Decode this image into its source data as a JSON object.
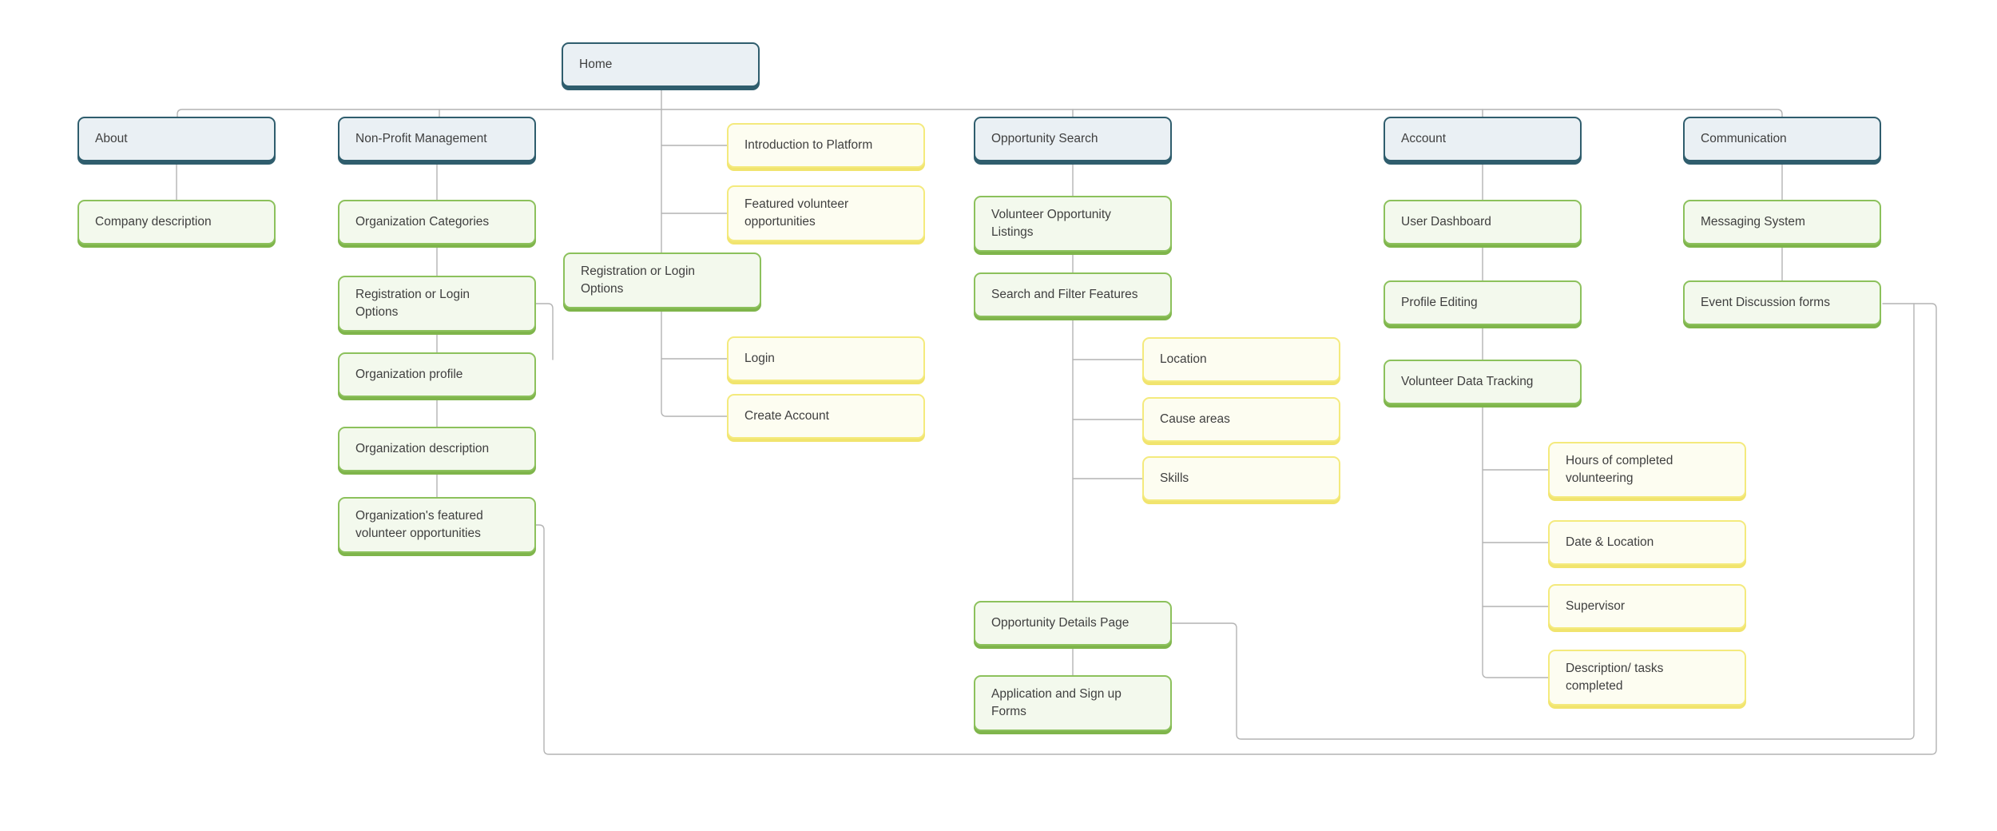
{
  "palette": {
    "level1_fill": "#eaf0f4",
    "level1_border": "#2f5d6d",
    "level2_fill": "#f3f9ed",
    "level2_border": "#8cc15c",
    "level2_shadow": "#7fb54b",
    "level3_fill": "#fdfdf1",
    "level3_border": "#f4ea7d",
    "level3_shadow": "#f1e46e",
    "connector": "#b4b4b4",
    "text": "#3f3f3f"
  },
  "nodes": {
    "home": {
      "label": "Home"
    },
    "about": {
      "label": "About"
    },
    "company_description": {
      "label": "Company description"
    },
    "npm": {
      "label": "Non-Profit Management"
    },
    "org_categories": {
      "label": "Organization Categories"
    },
    "reg_login_npm": {
      "label": "Registration or Login Options"
    },
    "org_profile": {
      "label": "Organization profile"
    },
    "org_description": {
      "label": "Organization description"
    },
    "org_featured": {
      "label": "Organization's featured volunteer opportunities"
    },
    "intro_platform": {
      "label": "Introduction to Platform"
    },
    "featured_opps": {
      "label": "Featured volunteer opportunities"
    },
    "reg_login": {
      "label": "Registration or Login Options"
    },
    "login": {
      "label": "Login"
    },
    "create_account": {
      "label": "Create Account"
    },
    "opp_search": {
      "label": "Opportunity Search"
    },
    "vol_listings": {
      "label": "Volunteer Opportunity Listings"
    },
    "search_filter": {
      "label": "Search and Filter Features"
    },
    "location": {
      "label": "Location"
    },
    "cause_areas": {
      "label": "Cause areas"
    },
    "skills": {
      "label": "Skills"
    },
    "opp_details": {
      "label": "Opportunity Details Page"
    },
    "application_forms": {
      "label": "Application and Sign up Forms"
    },
    "account": {
      "label": "Account"
    },
    "user_dashboard": {
      "label": "User Dashboard"
    },
    "profile_editing": {
      "label": "Profile Editing"
    },
    "vol_tracking": {
      "label": "Volunteer Data Tracking"
    },
    "hours": {
      "label": "Hours of completed volunteering"
    },
    "date_location": {
      "label": "Date & Location"
    },
    "supervisor": {
      "label": "Supervisor"
    },
    "description_tasks": {
      "label": "Description/ tasks completed"
    },
    "communication": {
      "label": "Communication"
    },
    "messaging": {
      "label": "Messaging System"
    },
    "event_forums": {
      "label": "Event Discussion forms"
    }
  }
}
